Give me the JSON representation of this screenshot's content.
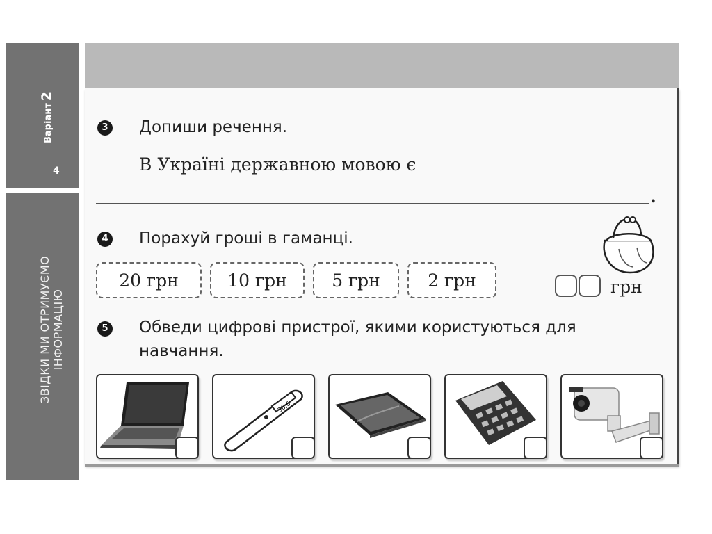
{
  "sidebar": {
    "variant_label": "Варіант",
    "variant_number": "2",
    "page_number": "4",
    "section_title_line1": "ЗВІДКИ МИ ОТРИМУЄМО",
    "section_title_line2": "ІНФОРМАЦІЮ"
  },
  "task3": {
    "number": "3",
    "instruction": "Допиши речення.",
    "sentence": "В Україні державною мовою є",
    "end_mark": "."
  },
  "task4": {
    "number": "4",
    "instruction": "Порахуй гроші в гаманці.",
    "coins": [
      "20 грн",
      "10 грн",
      "5 грн",
      "2 грн"
    ],
    "answer_unit": "грн",
    "purse_icon": "purse-icon"
  },
  "task5": {
    "number": "5",
    "instruction_line1": "Обведи цифрові пристрої, якими користуються для",
    "instruction_line2": "навчання.",
    "devices": [
      "laptop-icon",
      "thermometer-icon",
      "tablet-icon",
      "calculator-icon",
      "security-camera-icon"
    ],
    "thermometer_reading": "36,6"
  },
  "colors": {
    "sidebar": "#727272",
    "header_band": "#b9b9b9",
    "panel": "#f9f9f9"
  }
}
